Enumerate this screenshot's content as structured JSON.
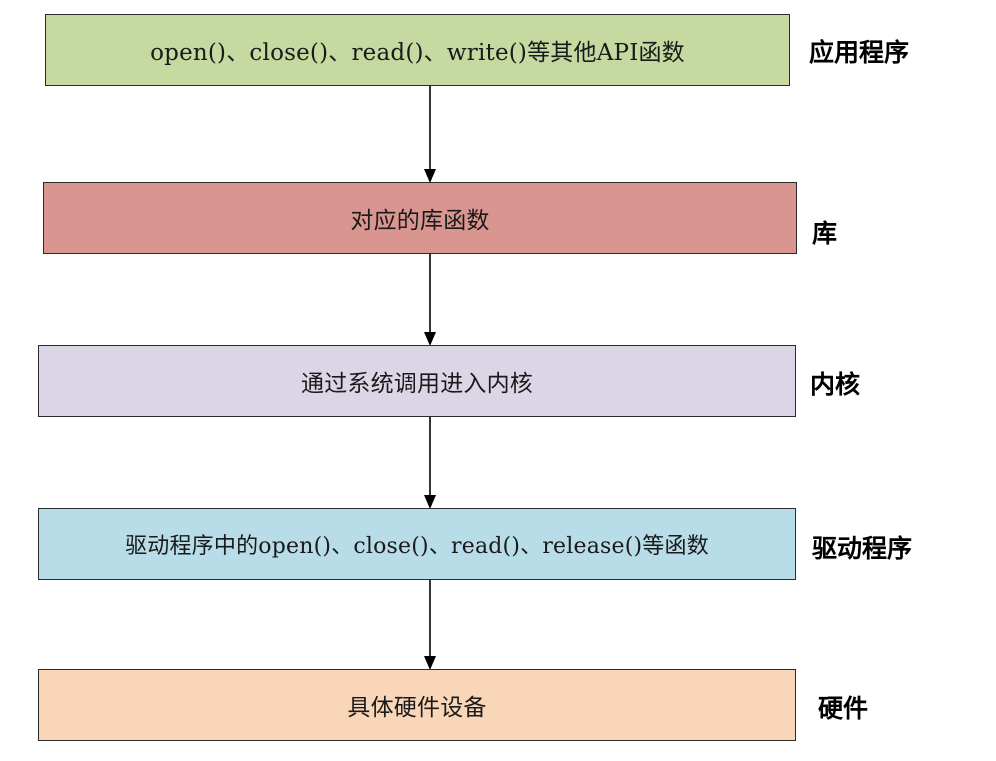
{
  "layers": [
    {
      "id": "app",
      "box_text": "open()、close()、read()、write()等其他API函数",
      "label": "应用程序",
      "fill": "#c5d9a0"
    },
    {
      "id": "lib",
      "box_text": "对应的库函数",
      "label": "库",
      "fill": "#d9958f"
    },
    {
      "id": "kernel",
      "box_text": "通过系统调用进入内核",
      "label": "内核",
      "fill": "#dcd5e6"
    },
    {
      "id": "driver",
      "box_text": "驱动程序中的open()、close()、read()、release()等函数",
      "label": "驱动程序",
      "fill": "#b8dde8"
    },
    {
      "id": "hardware",
      "box_text": "具体硬件设备",
      "label": "硬件",
      "fill": "#fad6b9"
    }
  ],
  "colors": {
    "border": "#2b2b2b",
    "arrow": "#000000"
  }
}
